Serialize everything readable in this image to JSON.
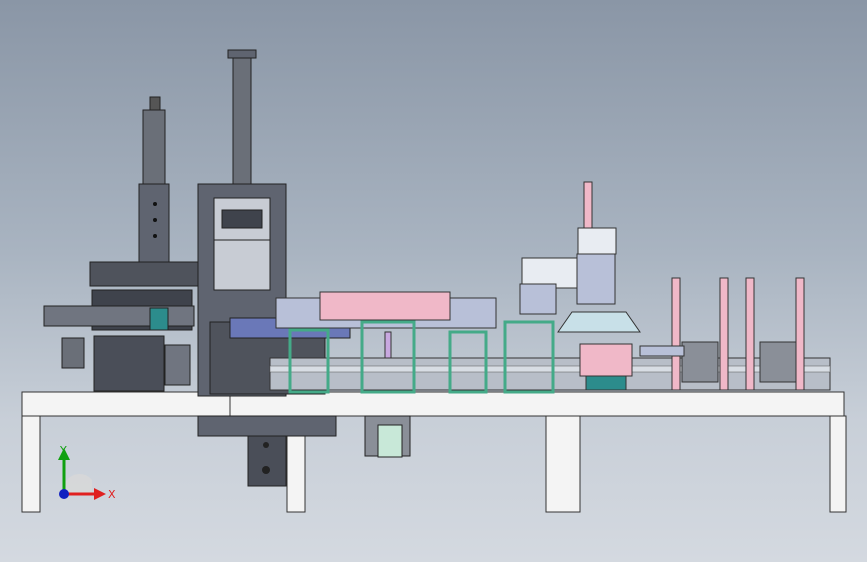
{
  "viewport": {
    "kind": "cad-3d-assembly-view",
    "background_top": "#8a96a6",
    "background_bottom": "#d4d9e0"
  },
  "triad": {
    "x_label": "X",
    "y_label": "Y",
    "x_color": "#e02020",
    "y_color": "#10a010",
    "z_color": "#1020c0"
  },
  "model": {
    "part_colors": {
      "frame": "#f4f4f4",
      "steel": "#5f6470",
      "dark_steel": "#3f434c",
      "pink": "#f0b8c8",
      "green": "#b8e0c0",
      "blue_plate": "#6a78b8",
      "teal": "#2c8c8c",
      "purple": "#c8a8e0"
    }
  }
}
